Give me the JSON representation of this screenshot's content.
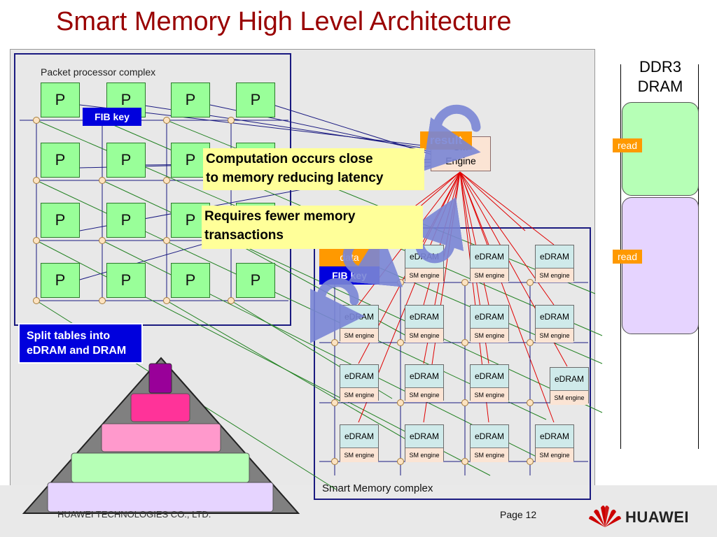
{
  "title": "Smart Memory High Level Architecture",
  "packet_processor": {
    "label": "Packet processor complex",
    "node_label": "P",
    "fib_key": "FIB key"
  },
  "sm_engine": {
    "line1": "SM",
    "line2": "Engine",
    "result_tag": "result"
  },
  "smart_memory": {
    "label": "Smart Memory complex",
    "edram_label": "eDRAM",
    "engine_label": "SM engine",
    "data_tag": "data",
    "fib_key_tag": "FIB key"
  },
  "ddr3": {
    "title_line1": "DDR3",
    "title_line2": "DRAM",
    "read_label": "read"
  },
  "callouts": {
    "latency_line1": "Computation occurs close",
    "latency_line2": "to memory reducing latency",
    "transactions_line1": "Requires fewer memory",
    "transactions_line2": "transactions",
    "split_line1": "Split tables into",
    "split_line2": "eDRAM and DRAM"
  },
  "footer": {
    "company": "HUAWEI TECHNOLOGIES CO., LTD.",
    "page": "Page 12",
    "logo": "HUAWEI"
  },
  "colors": {
    "title": "#990000",
    "p_node": "#99ff99",
    "edram": "#c9e8e8",
    "sm_engine": "#fbe4d4",
    "callout": "#ffff99",
    "tag_blue": "#0000dd",
    "tag_orange": "#ff9900",
    "ddr_green": "#b6ffb6",
    "ddr_purple": "#e6d4ff",
    "brand_red": "#cc0000"
  }
}
